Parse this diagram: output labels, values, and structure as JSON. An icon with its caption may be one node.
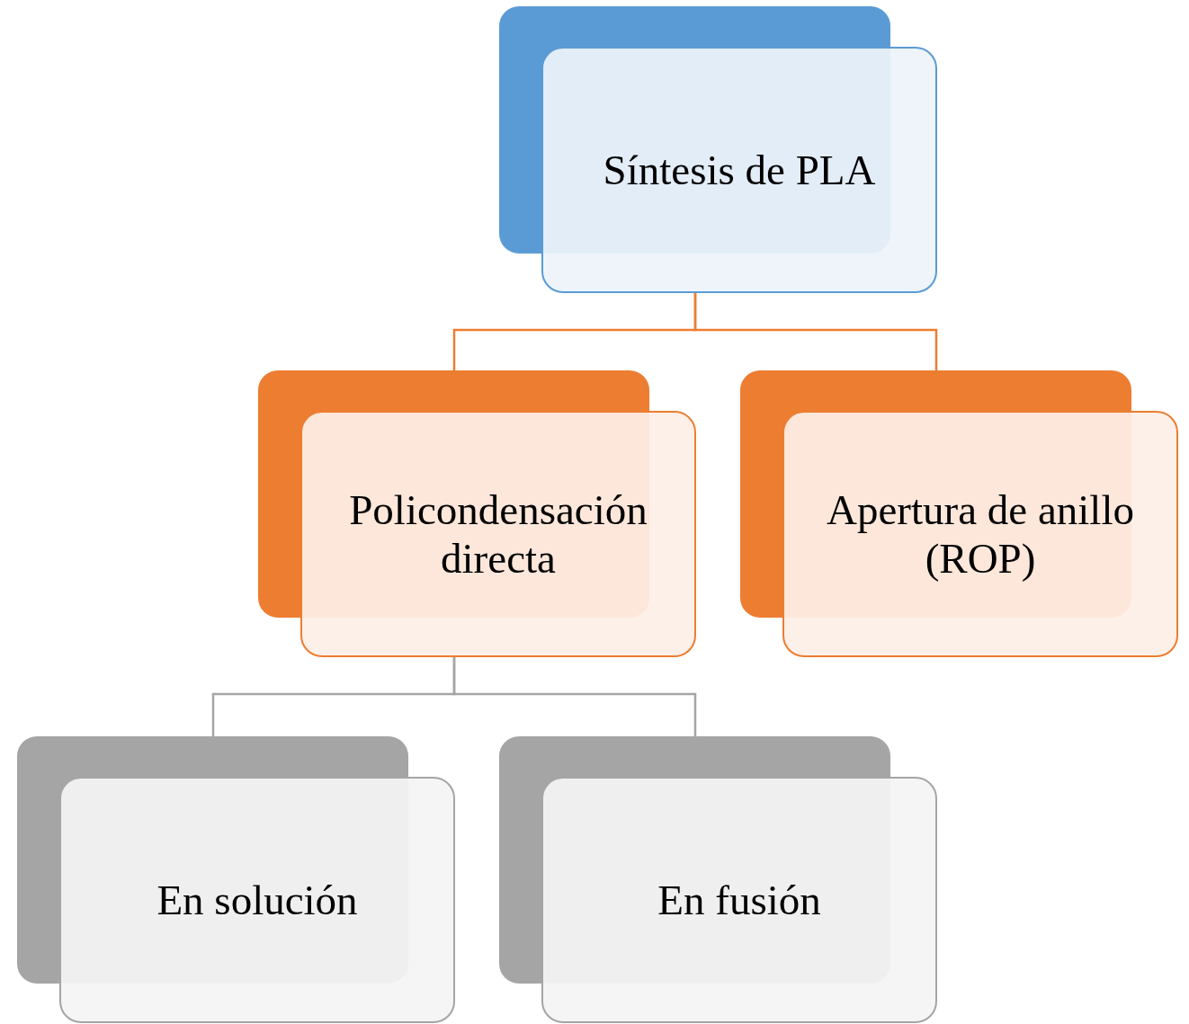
{
  "diagram": {
    "nodes": [
      {
        "text": [
          "Síntesis de PLA"
        ]
      },
      {
        "text": [
          "Policondensación directa"
        ]
      },
      {
        "text": [
          "Apertura de anillo (ROP)"
        ]
      },
      {
        "text": [
          "En solución"
        ]
      },
      {
        "text": [
          "En fusión"
        ]
      }
    ],
    "edges": [
      {
        "from": 0,
        "to": 1,
        "arrow": "none",
        "color": "#ed7d31"
      },
      {
        "from": 0,
        "to": 2,
        "arrow": "none",
        "color": "#ed7d31"
      },
      {
        "from": 1,
        "to": 3,
        "arrow": "none",
        "color": "#a5a5a5"
      },
      {
        "from": 1,
        "to": 4,
        "arrow": "none",
        "color": "#a5a5a5"
      }
    ]
  }
}
